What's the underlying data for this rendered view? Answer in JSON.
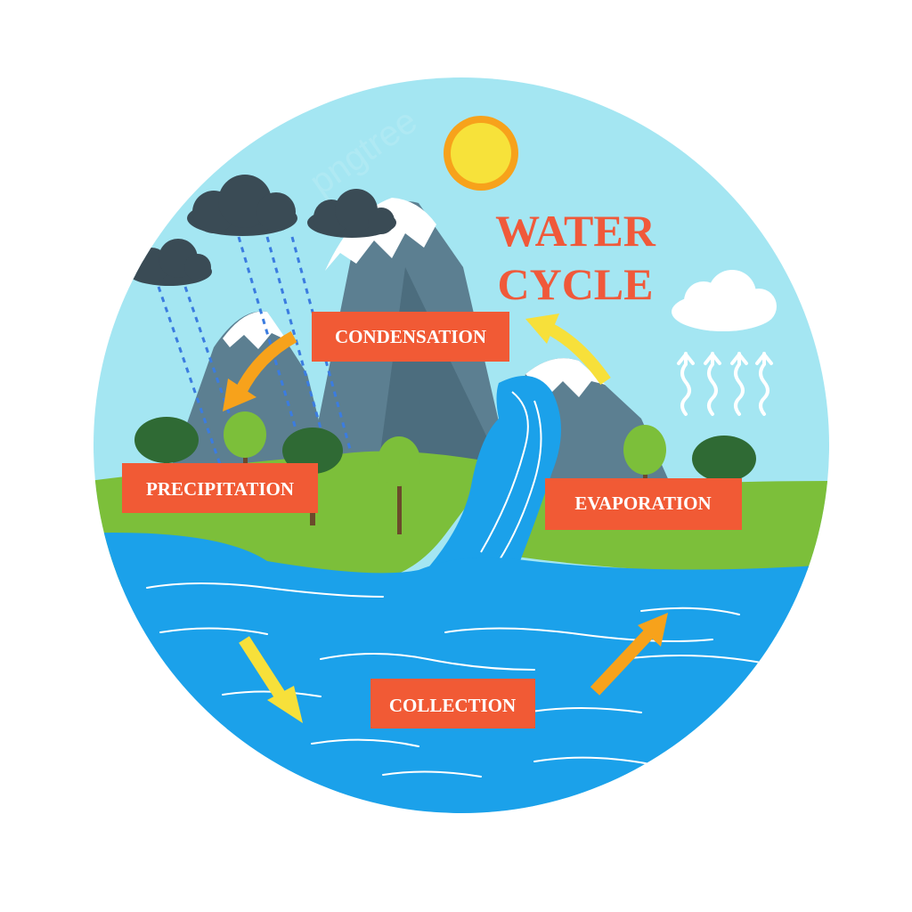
{
  "title": {
    "line1": "WATER",
    "line2": "CYCLE"
  },
  "stages": {
    "condensation": "CONDENSATION",
    "precipitation": "PRECIPITATION",
    "evaporation": "EVAPORATION",
    "collection": "COLLECTION"
  },
  "colors": {
    "sky": "#a4e6f2",
    "water": "#1ba1ea",
    "grass": "#7cbf3a",
    "mountain": "#5c7f91",
    "snow": "#ffffff",
    "cloud_dark": "#3a4b55",
    "label_bg": "#f15a35",
    "arrow_orange": "#f7a21b",
    "arrow_yellow": "#f7e03a",
    "sun": "#f7e23a",
    "sun_ring": "#f7a21b",
    "title": "#f0593a"
  },
  "watermark": "pngtree"
}
